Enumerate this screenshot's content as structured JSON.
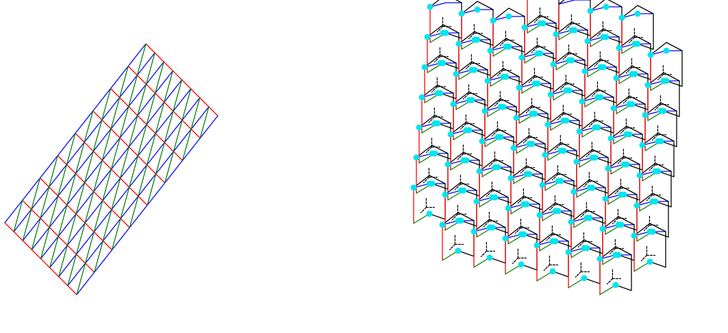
{
  "colors": {
    "background": "#ffffff",
    "lattice_red": "#ff0000",
    "lattice_green": "#008000",
    "lattice_blue": "#0000ff",
    "cube_black": "#000000",
    "node_cyan": "#00e5ee"
  },
  "figures": [
    {
      "kind": "triangular-lattice",
      "triangles_per_side": 8,
      "edge_colors": [
        "red",
        "green",
        "blue"
      ]
    },
    {
      "kind": "cube-stack-tiling",
      "vertex_marker": "cyan-dot",
      "edge_colors": [
        "red",
        "green",
        "blue",
        "black"
      ],
      "hidden_edges": "dashed"
    }
  ]
}
